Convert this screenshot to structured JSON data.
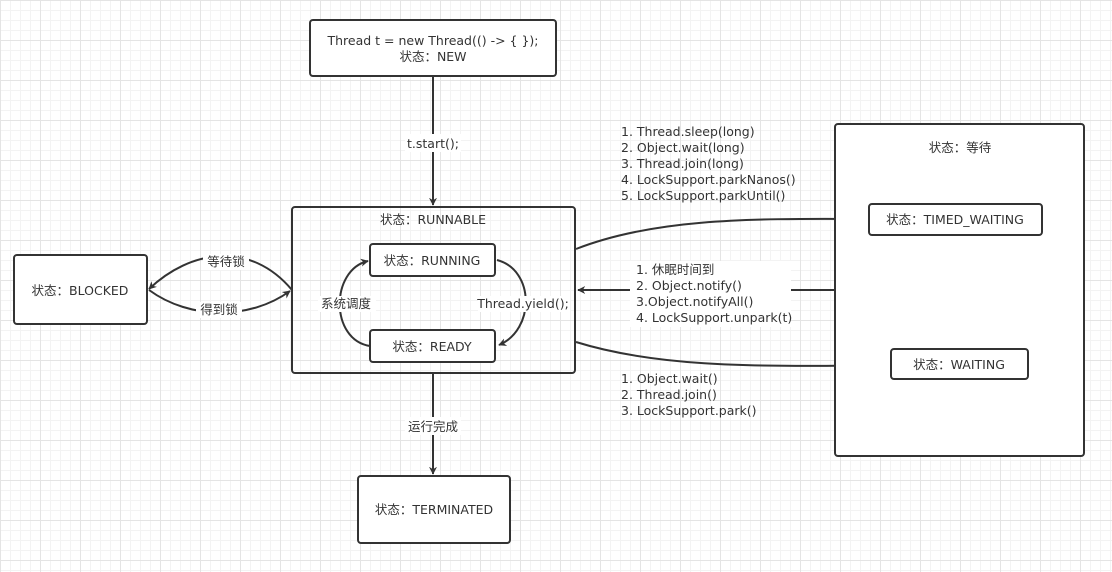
{
  "nodes": {
    "new": {
      "line1": "Thread t = new Thread(() -> { });",
      "line2": "状态：NEW"
    },
    "runnable": {
      "title": "状态：RUNNABLE"
    },
    "running": {
      "label": "状态：RUNNING"
    },
    "ready": {
      "label": "状态：READY"
    },
    "blocked": {
      "label": "状态：BLOCKED"
    },
    "terminated": {
      "label": "状态：TERMINATED"
    },
    "waiting_group": {
      "title": "状态：等待"
    },
    "timed_waiting": {
      "label": "状态：TIMED_WAITING"
    },
    "waiting": {
      "label": "状态：WAITING"
    }
  },
  "edges": {
    "start": "t.start();",
    "finish": "运行完成",
    "wait_lock": "等待锁",
    "got_lock": "得到锁",
    "yield": "Thread.yield();",
    "schedule": "系统调度",
    "to_timed_waiting": [
      "1. Thread.sleep(long)",
      "2. Object.wait(long)",
      "3. Thread.join(long)",
      "4. LockSupport.parkNanos()",
      "5. LockSupport.parkUntil()"
    ],
    "to_waiting": [
      "1. Object.wait()",
      "2. Thread.join()",
      "3. LockSupport.park()"
    ],
    "back_to_runnable": [
      "1. 休眠时间到",
      "2. Object.notify()",
      "3.Object.notifyAll()",
      "4. LockSupport.unpark(t)"
    ]
  }
}
